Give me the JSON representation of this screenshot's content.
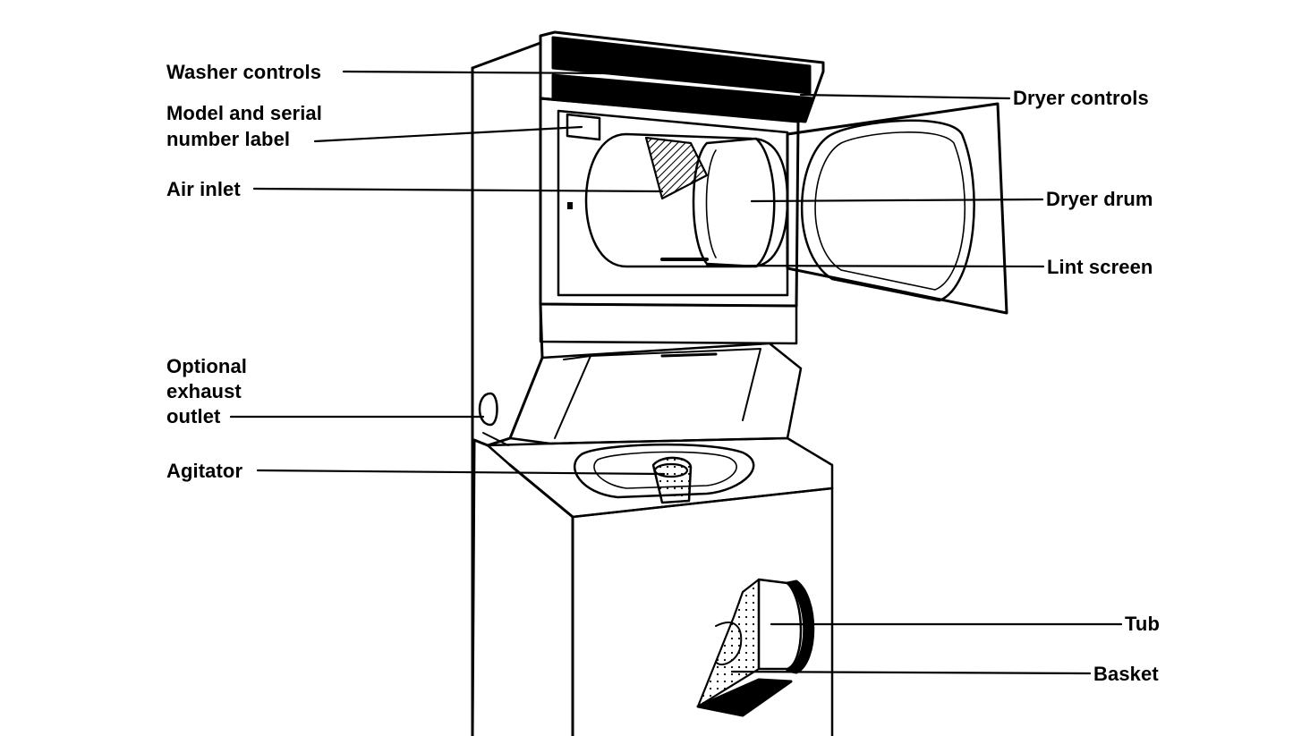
{
  "labels": {
    "washer_controls": "Washer controls",
    "model_serial_line1": "Model and serial",
    "model_serial_line2": "number label",
    "air_inlet": "Air inlet",
    "optional_exhaust_line1": "Optional",
    "optional_exhaust_line2": "exhaust",
    "optional_exhaust_line3": "outlet",
    "agitator": "Agitator",
    "dryer_controls": "Dryer controls",
    "dryer_drum": "Dryer drum",
    "lint_screen": "Lint screen",
    "tub": "Tub",
    "basket": "Basket"
  },
  "colors": {
    "ink": "#000000",
    "paper": "#ffffff"
  }
}
